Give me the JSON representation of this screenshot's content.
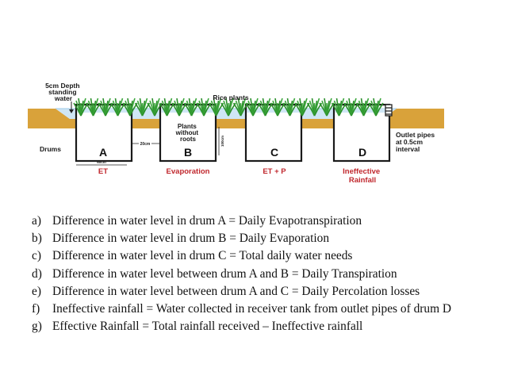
{
  "diagram": {
    "standing_water_label": [
      "5cm Depth",
      "standing",
      "water"
    ],
    "rice_label": "Rice plants",
    "plants_label": [
      "Plants",
      "without",
      "roots"
    ],
    "drums_label": "Drums",
    "outlet_label": [
      "Outlet pipes",
      "at 0.5cm",
      "interval"
    ],
    "spacing_label": "20cm",
    "width_label": "60cm",
    "height_label": "100cm",
    "drums": [
      {
        "letter": "A",
        "caption": [
          "ET"
        ]
      },
      {
        "letter": "B",
        "caption": [
          "Evaporation"
        ]
      },
      {
        "letter": "C",
        "caption": [
          "ET + P"
        ]
      },
      {
        "letter": "D",
        "caption": [
          "Ineffective",
          "Rainfall"
        ]
      }
    ],
    "colors": {
      "soil": "#d9a23a",
      "water": "#cfe6f5",
      "plant": "#3aa63a",
      "caption": "#c0272d"
    }
  },
  "notes": [
    {
      "marker": "a)",
      "text": "Difference in water level in drum A = Daily Evapotranspiration"
    },
    {
      "marker": "b)",
      "text": "Difference in water level in drum B = Daily Evaporation"
    },
    {
      "marker": "c)",
      "text": "Difference in water level in drum C = Total daily water needs"
    },
    {
      "marker": "d)",
      "text": "Difference in water level between drum A and B = Daily Transpiration"
    },
    {
      "marker": "e)",
      "text": "Difference in water level between drum A and C = Daily Percolation losses"
    },
    {
      "marker": "f)",
      "text": "Ineffective rainfall = Water collected in receiver tank from outlet pipes of drum D"
    },
    {
      "marker": "g)",
      "text": "Effective Rainfall = Total rainfall received – Ineffective rainfall"
    }
  ]
}
